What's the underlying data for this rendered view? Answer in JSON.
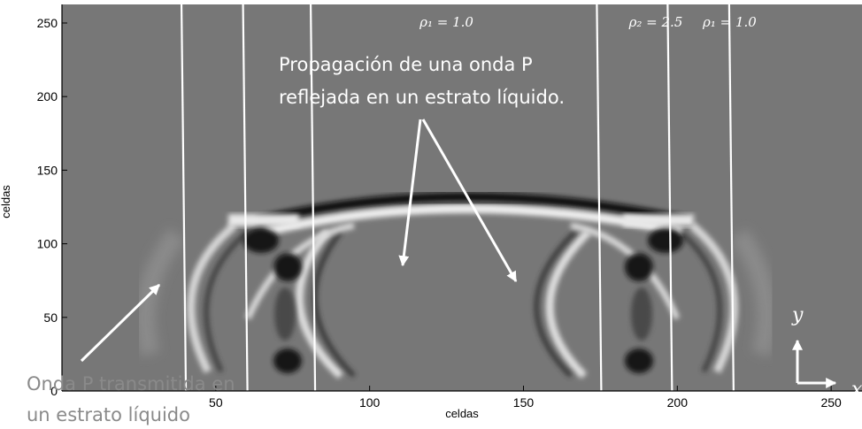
{
  "chart_data": {
    "type": "heatmap",
    "title": "",
    "xlabel": "celdas",
    "ylabel": "celdas",
    "xlim": [
      0,
      256
    ],
    "ylim": [
      0,
      256
    ],
    "xticks": [
      50,
      100,
      150,
      200,
      250
    ],
    "yticks": [
      0,
      50,
      100,
      150,
      200,
      250
    ],
    "layer_boundaries_x": [
      40,
      60,
      82,
      175,
      198,
      218
    ],
    "density_labels": [
      {
        "text": "ρ₁ = 1.0",
        "x": 125
      },
      {
        "text": "ρ₂ = 2.5",
        "x": 193
      },
      {
        "text": "ρ₁ = 1.0",
        "x": 217
      }
    ],
    "annotations": [
      {
        "line1": "Propagación de una onda P",
        "line2": "reflejada  en un estrato líquido.",
        "color": "#ffffff"
      },
      {
        "line1": "Onda P transmitida en",
        "line2": "un estrato líquido",
        "color": "#8a8a8a"
      }
    ],
    "coord_axes": {
      "x": "x",
      "y": "y"
    },
    "colors": {
      "background": "#777777",
      "lines": "#ffffff",
      "bright_wave": "#f0f0f0",
      "dark_wave": "#111111"
    }
  }
}
